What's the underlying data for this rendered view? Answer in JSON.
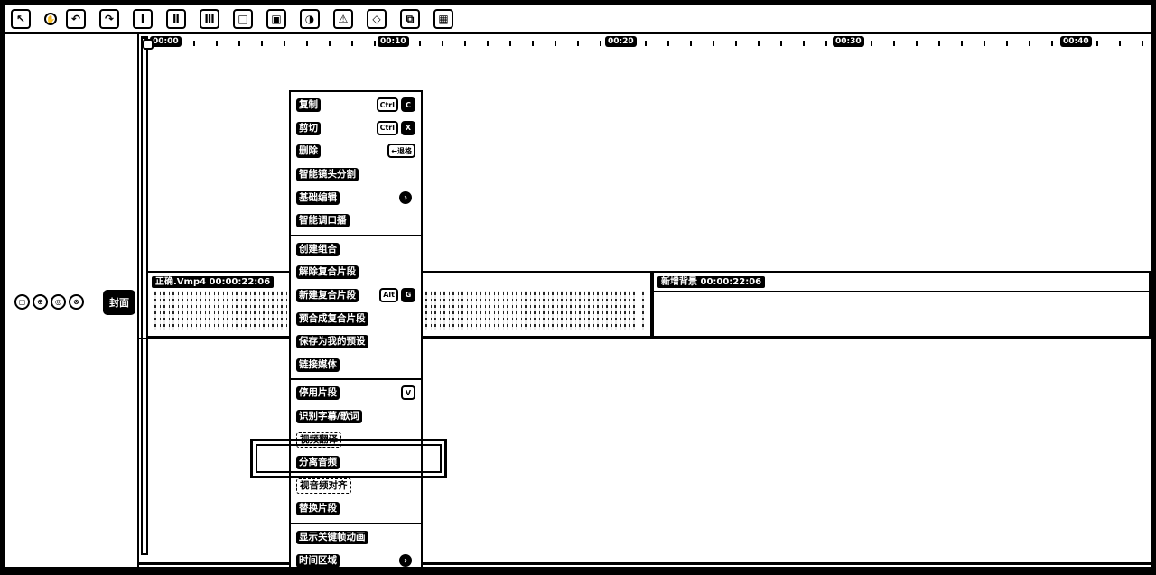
{
  "toolbar": {
    "buttons": [
      {
        "name": "select-tool-icon",
        "glyph": "↖"
      },
      {
        "name": "hand-tool-icon",
        "glyph": "✋"
      },
      {
        "name": "undo-icon",
        "glyph": "↶"
      },
      {
        "name": "redo-icon",
        "glyph": "↷"
      },
      {
        "name": "split-icon",
        "glyph": "Ⅰ"
      },
      {
        "name": "split-left-icon",
        "glyph": "Ⅱ"
      },
      {
        "name": "split-right-icon",
        "glyph": "Ⅲ"
      },
      {
        "name": "delete-icon",
        "glyph": "□"
      },
      {
        "name": "freeze-frame-icon",
        "glyph": "▣"
      },
      {
        "name": "reverse-icon",
        "glyph": "◑"
      },
      {
        "name": "mirror-icon",
        "glyph": "⚠"
      },
      {
        "name": "rotate-icon",
        "glyph": "◇"
      },
      {
        "name": "crop-icon",
        "glyph": "⧉"
      },
      {
        "name": "image-icon",
        "glyph": "▦"
      }
    ]
  },
  "left_panel": {
    "track_controls": [
      "▢",
      "⊕",
      "◎",
      "⊗"
    ],
    "cover_label": "封面"
  },
  "ruler": {
    "labels": [
      {
        "text": "00:00",
        "pos": 0
      },
      {
        "text": "00:10",
        "pos": 1
      },
      {
        "text": "00:20",
        "pos": 2
      },
      {
        "text": "00:30",
        "pos": 3
      },
      {
        "text": "00:40",
        "pos": 4
      }
    ]
  },
  "clips": {
    "clip1_label": "正确.Vmp4  00:00:22:06",
    "clip2_label": "新增背景  00:00:22:06"
  },
  "context_menu": {
    "groups": [
      [
        {
          "label": "复制",
          "keys": [
            "Ctrl",
            "C"
          ]
        },
        {
          "label": "剪切",
          "keys": [
            "Ctrl",
            "X"
          ]
        },
        {
          "label": "删除",
          "keys": [
            "←退格"
          ]
        },
        {
          "label": "智能镜头分割"
        },
        {
          "label": "基础编辑",
          "submenu": true
        },
        {
          "label": "智能调口播"
        }
      ],
      [
        {
          "label": "创建组合"
        },
        {
          "label": "解除复合片段"
        },
        {
          "label": "新建复合片段",
          "keys": [
            "Alt",
            "G"
          ]
        },
        {
          "label": "预合成复合片段"
        },
        {
          "label": "保存为我的预设"
        },
        {
          "label": "链接媒体"
        }
      ],
      [
        {
          "label": "停用片段",
          "keys": [
            "V"
          ]
        },
        {
          "label": "识别字幕/歌词"
        },
        {
          "label": "视频翻译",
          "faint": true
        },
        {
          "label": "分离音频"
        },
        {
          "label": "视音频对齐",
          "faint": true
        },
        {
          "label": "替换片段"
        }
      ],
      [
        {
          "label": "显示关键帧动画"
        },
        {
          "label": "时间区域",
          "submenu": true
        }
      ]
    ]
  }
}
